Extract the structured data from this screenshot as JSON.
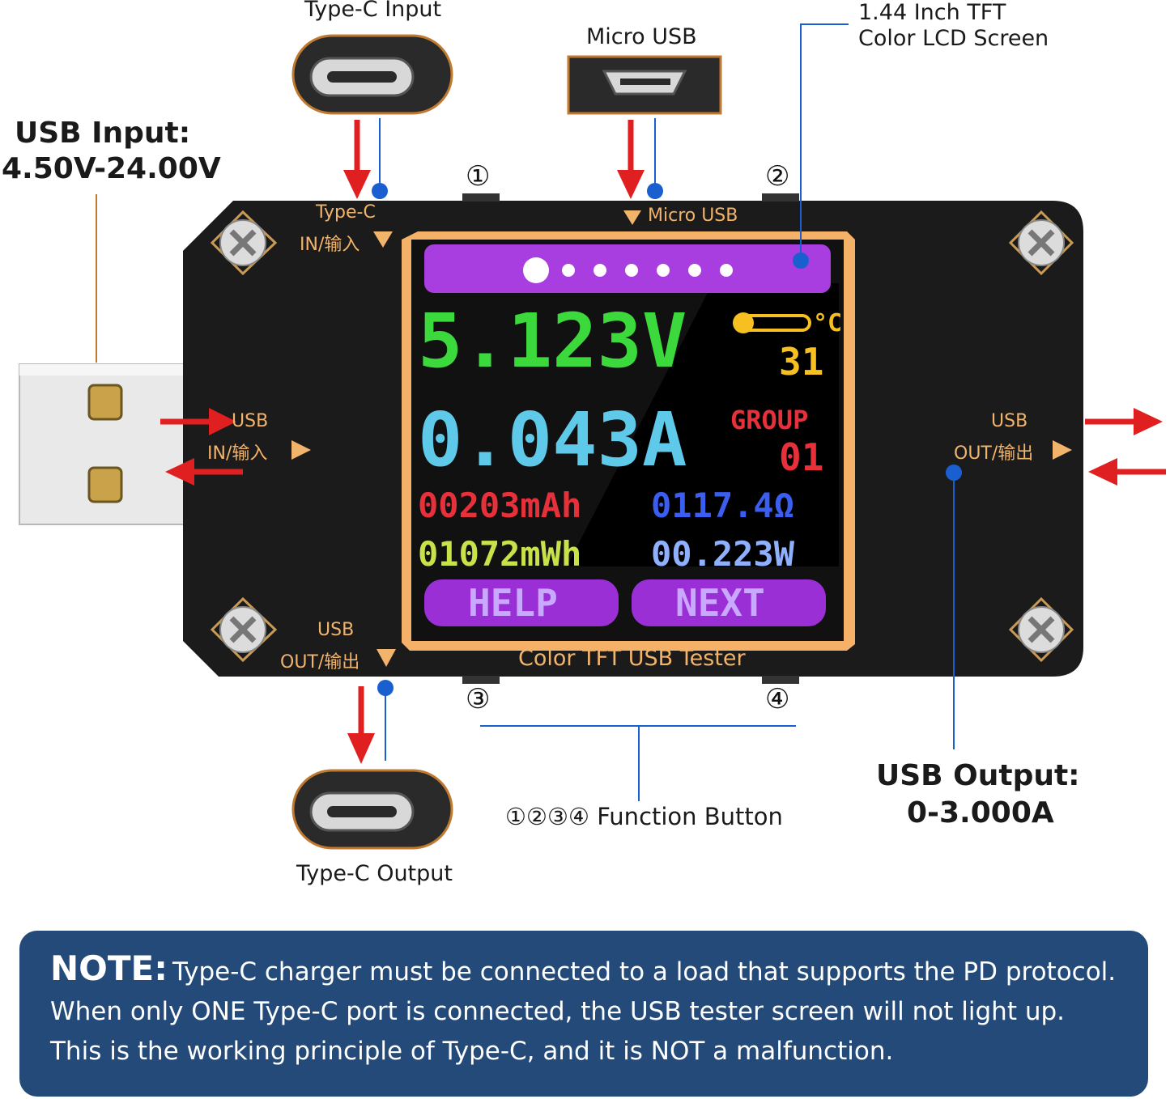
{
  "callouts": {
    "typec_input": "Type-C Input",
    "micro_usb": "Micro USB",
    "tft_line1": "1.44 Inch TFT",
    "tft_line2": "Color LCD Screen",
    "usb_input_title": "USB Input:",
    "usb_input_range": "4.50V-24.00V",
    "typec_output": "Type-C Output",
    "function_button": "①②③④ Function Button",
    "usb_output_title": "USB Output:",
    "usb_output_range": "0-3.000A"
  },
  "buttons": {
    "b1": "①",
    "b2": "②",
    "b3": "③",
    "b4": "④"
  },
  "pcb": {
    "typec_in_1": "Type-C",
    "typec_in_2": "IN/输入",
    "micro_usb": "Micro USB",
    "usb_in_1": "USB",
    "usb_in_2": "IN/输入",
    "usb_out_left_1": "USB",
    "usb_out_left_2": "OUT/输出",
    "usb_out_right_1": "USB",
    "usb_out_right_2": "OUT/输出",
    "bottom_title": "Color TFT USB Tester"
  },
  "lcd": {
    "voltage": "5.123V",
    "temp_unit": "°C",
    "temp_value": "31",
    "current": "0.043A",
    "group_label": "GROUP",
    "group_value": "01",
    "mah": "00203mAh",
    "ohm": "0117.4Ω",
    "mwh": "01072mWh",
    "watt": "00.223W",
    "help": "HELP",
    "next": "NEXT"
  },
  "note": {
    "heading": "NOTE:",
    "line1": "Type-C charger must be connected to a load that supports the PD protocol.",
    "line2": "When only ONE Type-C port is connected, the USB tester screen will not light up.",
    "line3": "This is the working principle of Type-C, and it is NOT a malfunction."
  },
  "colors": {
    "note_bg": "#244a7a",
    "pcb": "#1b1b1b",
    "gold": "#f2b36a",
    "arrow": "#e02020",
    "leader": "#1a5fd0"
  }
}
